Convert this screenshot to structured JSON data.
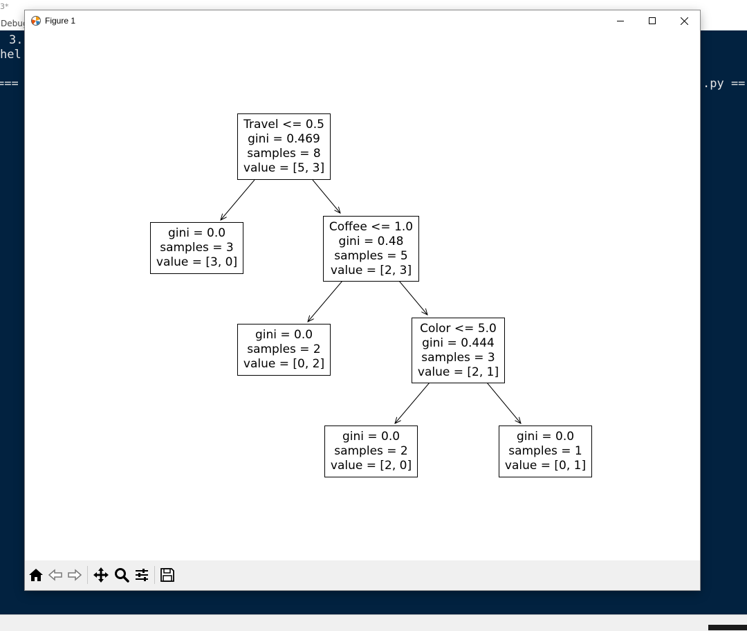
{
  "background": {
    "title_fragment": "3*",
    "menu_fragment": "Debug",
    "editor_lines": [
      {
        "text": "3.",
        "side": "left"
      },
      {
        "text": "hel",
        "side": "left"
      },
      {
        "text": "===",
        "side": "left"
      },
      {
        "text": ".py ==",
        "side": "right"
      }
    ],
    "colors": {
      "editor_bg": "#022240",
      "statusbar_bg": "#f0f0f0"
    }
  },
  "window": {
    "title": "Figure 1",
    "controls": {
      "minimize": "minimize-icon",
      "maximize": "maximize-icon",
      "close": "close-icon"
    }
  },
  "tree": {
    "nodes": [
      {
        "id": "root",
        "lines": [
          "Travel <= 0.5",
          "gini = 0.469",
          "samples = 8",
          "value = [5, 3]"
        ]
      },
      {
        "id": "leaf-1",
        "lines": [
          "gini = 0.0",
          "samples = 3",
          "value = [3, 0]"
        ]
      },
      {
        "id": "split-coffee",
        "lines": [
          "Coffee <= 1.0",
          "gini = 0.48",
          "samples = 5",
          "value = [2, 3]"
        ]
      },
      {
        "id": "leaf-2",
        "lines": [
          "gini = 0.0",
          "samples = 2",
          "value = [0, 2]"
        ]
      },
      {
        "id": "split-color",
        "lines": [
          "Color <= 5.0",
          "gini = 0.444",
          "samples = 3",
          "value = [2, 1]"
        ]
      },
      {
        "id": "leaf-3",
        "lines": [
          "gini = 0.0",
          "samples = 2",
          "value = [2, 0]"
        ]
      },
      {
        "id": "leaf-4",
        "lines": [
          "gini = 0.0",
          "samples = 1",
          "value = [0, 1]"
        ]
      }
    ],
    "edges": [
      {
        "from": "root",
        "to": "leaf-1"
      },
      {
        "from": "root",
        "to": "split-coffee"
      },
      {
        "from": "split-coffee",
        "to": "leaf-2"
      },
      {
        "from": "split-coffee",
        "to": "split-color"
      },
      {
        "from": "split-color",
        "to": "leaf-3"
      },
      {
        "from": "split-color",
        "to": "leaf-4"
      }
    ]
  },
  "toolbar": {
    "buttons": [
      {
        "name": "home-button",
        "icon": "home-icon"
      },
      {
        "name": "back-button",
        "icon": "back-arrow-icon"
      },
      {
        "name": "forward-button",
        "icon": "forward-arrow-icon"
      },
      {
        "name": "pan-button",
        "icon": "move-icon"
      },
      {
        "name": "zoom-button",
        "icon": "zoom-icon"
      },
      {
        "name": "subplots-button",
        "icon": "sliders-icon"
      },
      {
        "name": "save-button",
        "icon": "save-icon"
      }
    ]
  }
}
